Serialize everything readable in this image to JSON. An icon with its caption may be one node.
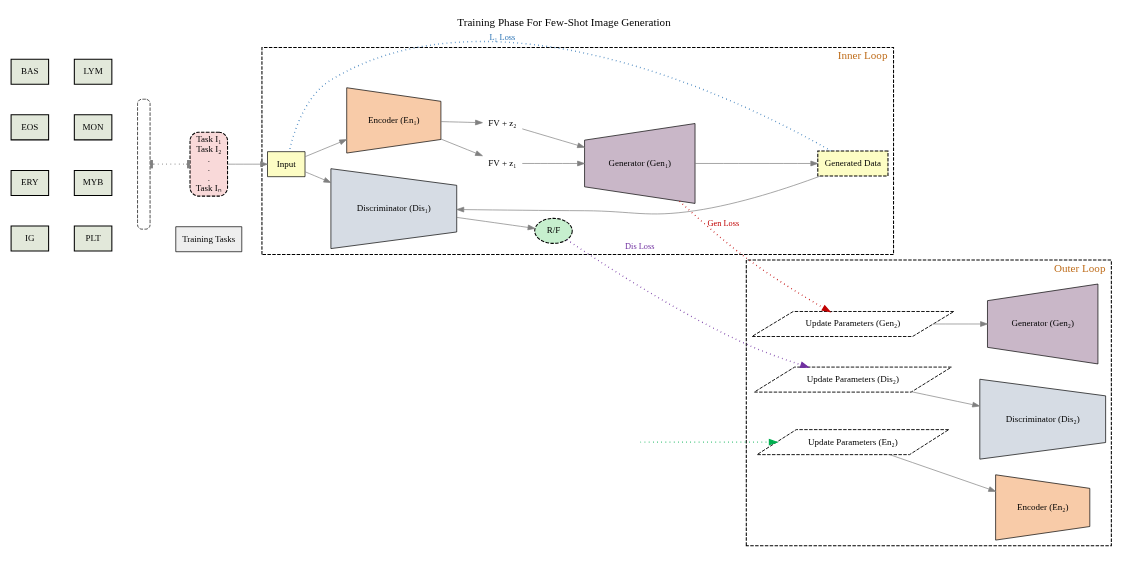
{
  "diagram": {
    "title": "Training Phase For Few-Shot Image Generation",
    "nodes": [
      {
        "text": [
          "BAS"
        ]
      },
      {
        "text": [
          "LYM"
        ]
      },
      {
        "text": [
          "EOS"
        ]
      },
      {
        "text": [
          "MON"
        ]
      },
      {
        "text": [
          "ERY"
        ]
      },
      {
        "text": [
          "MYB"
        ]
      },
      {
        "text": [
          "IG"
        ]
      },
      {
        "text": [
          "PLT"
        ]
      },
      {
        "text": [],
        "shape": "bracket"
      },
      {
        "text": [
          "Task I₁",
          "Task I₂",
          ".",
          ".",
          ".",
          "Task Iₙ"
        ]
      },
      {
        "text": [
          "Training Tasks"
        ]
      },
      {
        "text": [
          "Inner Loop"
        ]
      },
      {
        "text": [
          "Input"
        ],
        "in": 11
      },
      {
        "text": [
          "Discriminator (Dis₁)"
        ],
        "in": 11
      },
      {
        "text": [
          "R/F"
        ],
        "in": 11
      },
      {
        "text": [
          "Encoder (En₁)"
        ],
        "in": 11
      },
      {
        "text": [
          "FV + z₁"
        ],
        "in": 11
      },
      {
        "text": [
          "FV + z₂"
        ],
        "in": 11
      },
      {
        "text": [
          "Generator (Gen₁)"
        ],
        "in": 11
      },
      {
        "text": [
          "Generated Data"
        ],
        "in": 11
      },
      {
        "text": [
          "Outer Loop"
        ]
      },
      {
        "text": [
          "Update Parameters (Dis₂)"
        ],
        "in": 20
      },
      {
        "text": [
          "Discriminator (Dis₂)"
        ],
        "in": 20
      },
      {
        "text": [
          "Update Parameters (Gen₂)"
        ],
        "in": 20
      },
      {
        "text": [
          "Generator (Gen₂)"
        ],
        "in": 20
      },
      {
        "text": [
          "Update Parameters (En₂)"
        ],
        "in": 20
      },
      {
        "text": [
          "Encoder (En₂)"
        ],
        "in": 20
      }
    ],
    "edges": [
      {
        "from": 8,
        "to": 9,
        "arrow": "other",
        "style": "dashed"
      },
      {
        "from": 9,
        "to": 12,
        "arrow": "to"
      },
      {
        "from": 12,
        "to": 13,
        "arrow": "to"
      },
      {
        "from": 19,
        "to": 13,
        "arrow": "to"
      },
      {
        "from": 13,
        "to": 14,
        "arrow": "to"
      },
      {
        "from": 14,
        "to": 21,
        "arrow": "to",
        "label": "Dis Loss",
        "style": "dashed",
        "color": "#7030a0"
      },
      {
        "from": 12,
        "to": 15,
        "arrow": "to"
      },
      {
        "from": 15,
        "to": 16,
        "arrow": "to"
      },
      {
        "from": 15,
        "to": 17,
        "arrow": "to"
      },
      {
        "from": 16,
        "to": 18,
        "arrow": "to"
      },
      {
        "from": 17,
        "to": 18,
        "arrow": "to"
      },
      {
        "from": 18,
        "to": 19,
        "arrow": "to"
      },
      {
        "from": 18,
        "to": 23,
        "arrow": "to",
        "label": "Gen Loss",
        "style": "dashed",
        "color": "#c00000"
      },
      {
        "from": 19,
        "to": 12,
        "arrow": "none",
        "label": "L₁ Loss",
        "style": "dashed",
        "color": "#2e75b6"
      },
      {
        "from": null,
        "to": 25,
        "arrow": "to",
        "style": "dashed",
        "color": "#00b050"
      },
      {
        "from": 21,
        "to": 22,
        "arrow": "to"
      },
      {
        "from": 23,
        "to": 24,
        "arrow": "to"
      },
      {
        "from": 25,
        "to": 26,
        "arrow": "to"
      }
    ]
  }
}
